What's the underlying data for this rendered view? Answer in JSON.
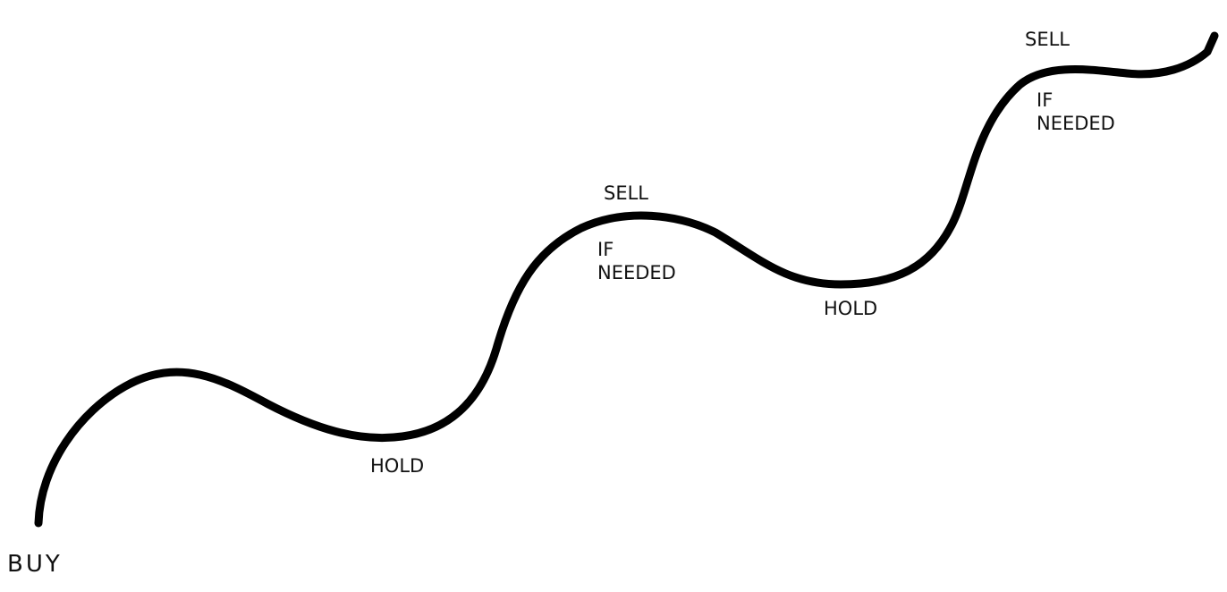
{
  "diagram": {
    "stroke_color": "#000000",
    "background": "#ffffff",
    "labels": {
      "buy": "BUY",
      "hold_1": "HOLD",
      "sell_1": "SELL",
      "if_needed_1_line1": "IF",
      "if_needed_1_line2": "NEEDED",
      "hold_2": "HOLD",
      "sell_2": "SELL",
      "if_needed_2_line1": "IF",
      "if_needed_2_line2": "NEEDED"
    }
  }
}
